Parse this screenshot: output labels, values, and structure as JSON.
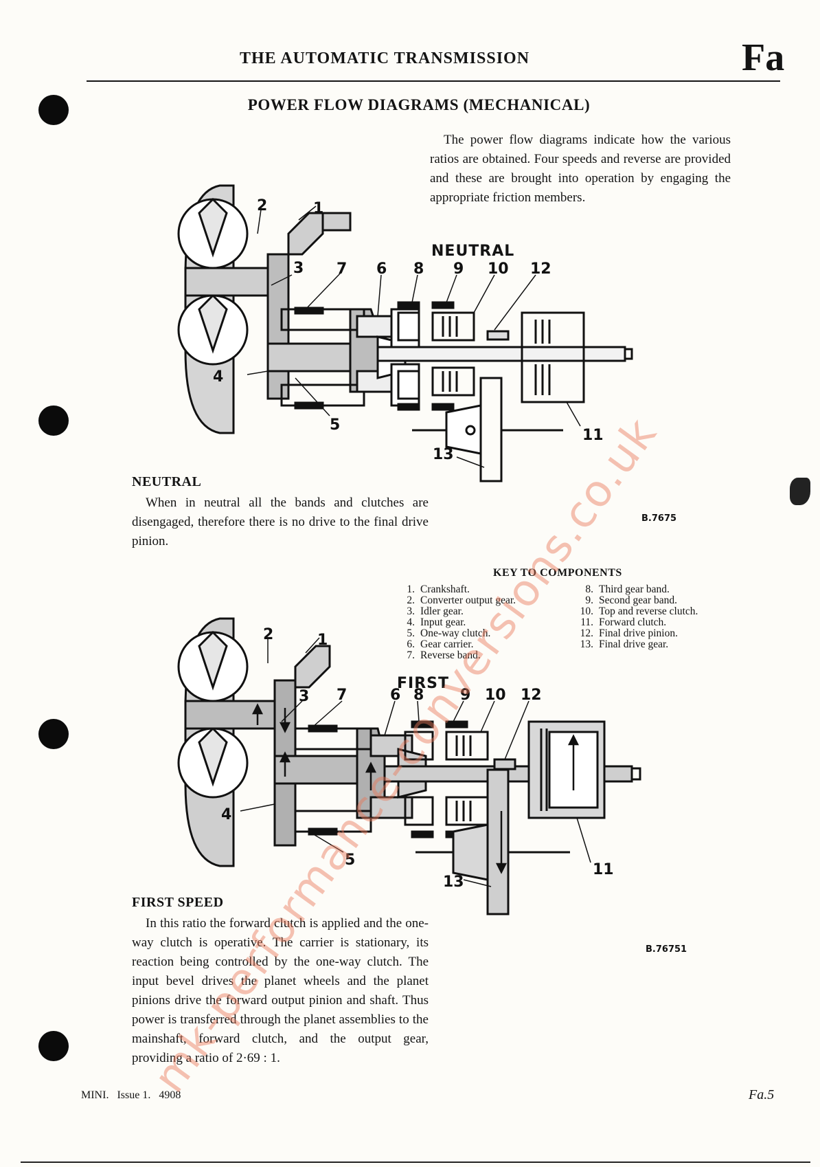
{
  "header": {
    "title": "THE AUTOMATIC TRANSMISSION",
    "section_code": "Fa"
  },
  "page_title": "POWER FLOW DIAGRAMS (MECHANICAL)",
  "intro": "The power flow diagrams indicate how the various ratios are obtained. Four speeds and reverse are provided and these are brought into operation by engaging the appropriate friction members.",
  "diagram_neutral": {
    "label": "NEUTRAL",
    "ref": "B.7675",
    "callouts": [
      "1",
      "2",
      "3",
      "4",
      "5",
      "6",
      "7",
      "8",
      "9",
      "10",
      "11",
      "12",
      "13"
    ]
  },
  "neutral_section": {
    "heading": "NEUTRAL",
    "text": "When in neutral all the bands and clutches are disengaged, therefore there is no drive to the final drive pinion."
  },
  "key": {
    "title": "KEY TO COMPONENTS",
    "items": [
      {
        "n": "1.",
        "label": "Crankshaft."
      },
      {
        "n": "2.",
        "label": "Converter output gear."
      },
      {
        "n": "3.",
        "label": "Idler gear."
      },
      {
        "n": "4.",
        "label": "Input gear."
      },
      {
        "n": "5.",
        "label": "One-way clutch."
      },
      {
        "n": "6.",
        "label": "Gear carrier."
      },
      {
        "n": "7.",
        "label": "Reverse band."
      },
      {
        "n": "8.",
        "label": "Third gear band."
      },
      {
        "n": "9.",
        "label": "Second gear band."
      },
      {
        "n": "10.",
        "label": "Top and reverse clutch."
      },
      {
        "n": "11.",
        "label": "Forward clutch."
      },
      {
        "n": "12.",
        "label": "Final drive pinion."
      },
      {
        "n": "13.",
        "label": "Final drive gear."
      }
    ]
  },
  "diagram_first": {
    "label": "FIRST",
    "ref": "B.76751",
    "callouts": [
      "1",
      "2",
      "3",
      "4",
      "5",
      "6",
      "7",
      "8",
      "9",
      "10",
      "11",
      "12",
      "13"
    ]
  },
  "first_section": {
    "heading": "FIRST SPEED",
    "text": "In this ratio the forward clutch is applied and the one-way clutch is operative. The carrier is stationary, its reaction being controlled by the one-way clutch. The input bevel drives the planet wheels and the planet pinions drive the forward output pinion and shaft. Thus power is transferred through the planet assemblies to the mainshaft, forward clutch, and the output gear, providing a ratio of 2·69 : 1."
  },
  "footer": {
    "left": "MINI.   Issue 1.   4908",
    "right": "Fa.5"
  },
  "watermark": "mk-performance-conversions.co.uk"
}
